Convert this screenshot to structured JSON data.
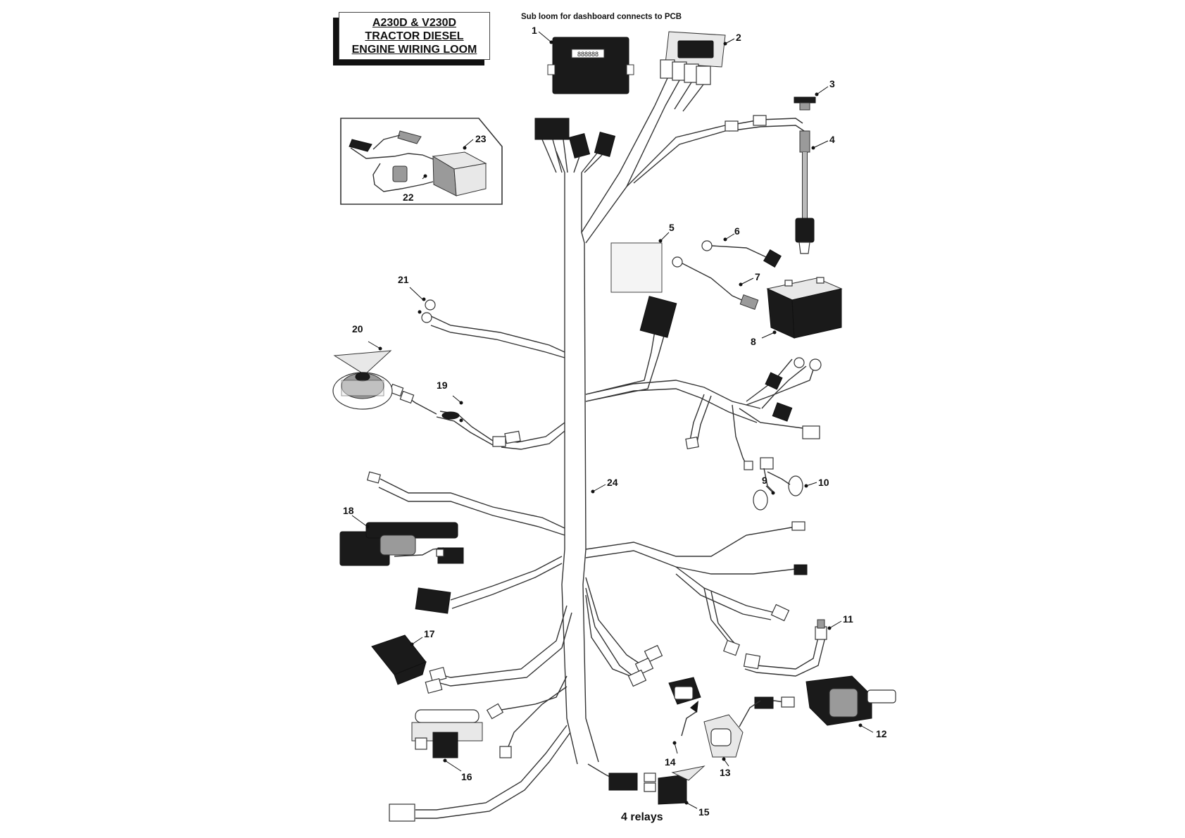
{
  "title": {
    "lines": [
      "A230D & V230D",
      "TRACTOR DIESEL",
      "ENGINE WIRING LOOM"
    ]
  },
  "subtitle": "Sub loom for dashboard connects to PCB",
  "relay_note": "4 relays",
  "display_text": "888888",
  "callouts": [
    {
      "id": "c1",
      "label": "1"
    },
    {
      "id": "c2",
      "label": "2"
    },
    {
      "id": "c3",
      "label": "3"
    },
    {
      "id": "c4",
      "label": "4"
    },
    {
      "id": "c5",
      "label": "5"
    },
    {
      "id": "c6",
      "label": "6"
    },
    {
      "id": "c7",
      "label": "7"
    },
    {
      "id": "c8",
      "label": "8"
    },
    {
      "id": "c9",
      "label": "9"
    },
    {
      "id": "c10",
      "label": "10"
    },
    {
      "id": "c11",
      "label": "11"
    },
    {
      "id": "c12",
      "label": "12"
    },
    {
      "id": "c13",
      "label": "13"
    },
    {
      "id": "c14",
      "label": "14"
    },
    {
      "id": "c15",
      "label": "15"
    },
    {
      "id": "c16",
      "label": "16"
    },
    {
      "id": "c17",
      "label": "17"
    },
    {
      "id": "c18",
      "label": "18"
    },
    {
      "id": "c19",
      "label": "19"
    },
    {
      "id": "c20",
      "label": "20"
    },
    {
      "id": "c21",
      "label": "21"
    },
    {
      "id": "c22",
      "label": "22"
    },
    {
      "id": "c23",
      "label": "23"
    },
    {
      "id": "c24",
      "label": "24"
    }
  ],
  "colors": {
    "line": "#333333",
    "loom_fill": "#ffffff",
    "part_dark": "#1a1a1a",
    "part_grey": "#9a9a9a"
  }
}
